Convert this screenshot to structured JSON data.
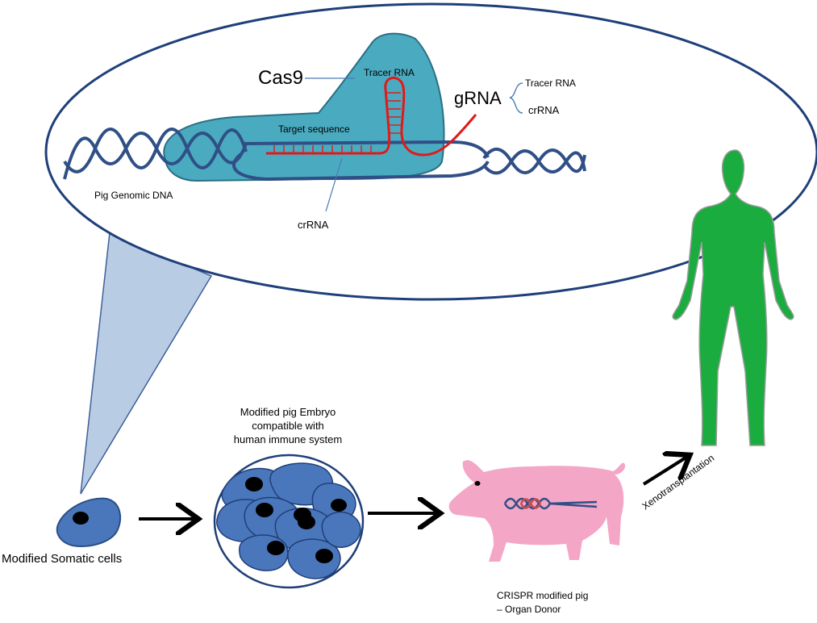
{
  "labels": {
    "cas9": "Cas9",
    "tracer_rna_top": "Tracer RNA",
    "grna": "gRNA",
    "grna_tracer_rna": "Tracer RNA",
    "grna_crrna": "crRNA",
    "target_sequence": "Target sequence",
    "pig_genomic_dna": "Pig Genomic DNA",
    "crrna_bottom": "crRNA",
    "modified_somatic_cells": "Modified Somatic cells",
    "embryo_line1": "Modified pig Embryo",
    "embryo_line2": "compatible with",
    "embryo_line3": "human immune system",
    "pig_line1": "CRISPR modified pig",
    "pig_line2": "– Organ Donor",
    "xenotransplantation": "Xenotransplantation"
  },
  "colors": {
    "dna_blue": "#2f4f86",
    "cas9_fill": "#4aabc0",
    "rna_red": "#e01a1a",
    "cell_blue": "#4a77bb",
    "cone_fill": "#b8cce4",
    "pig_pink": "#f4a6c6",
    "human_green": "#1aac3e"
  }
}
